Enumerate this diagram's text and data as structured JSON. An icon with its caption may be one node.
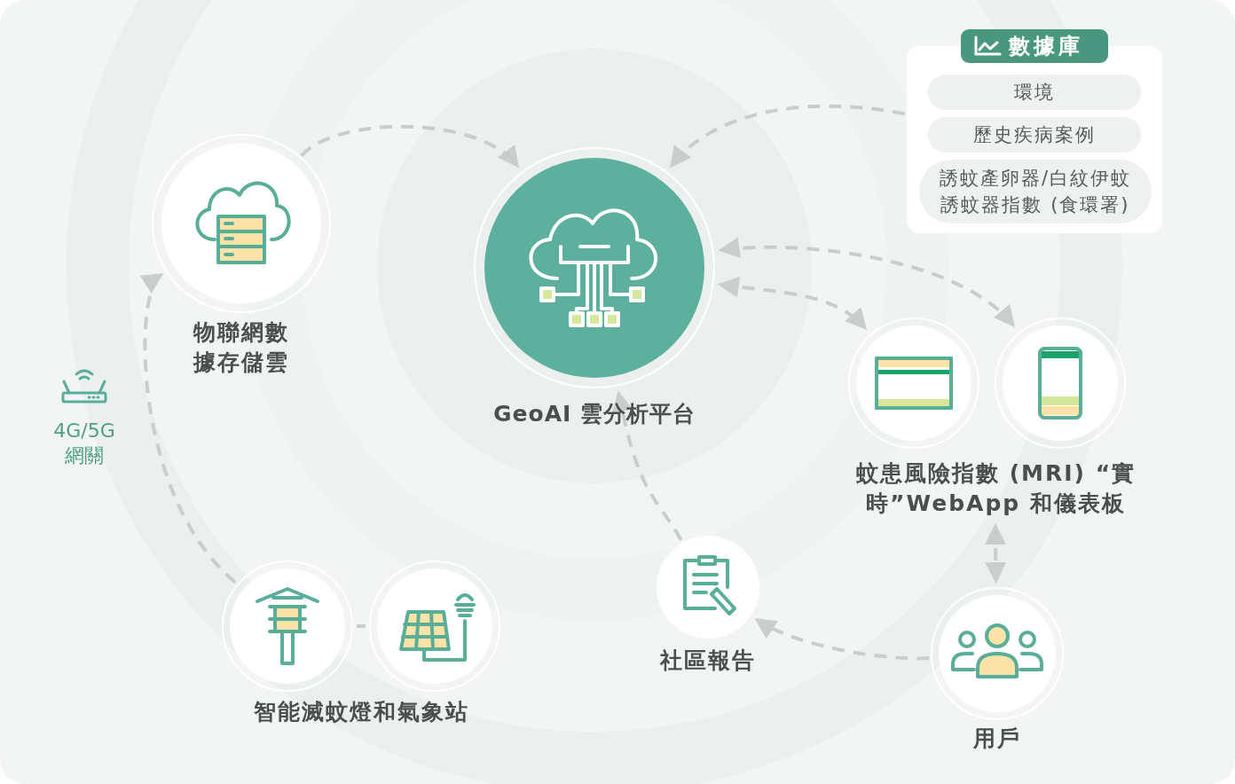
{
  "diagram": {
    "nodes": [
      {
        "text": [
          "數據庫"
        ]
      },
      {
        "text": [
          "環境"
        ],
        "in": 0
      },
      {
        "text": [
          "歷史疾病案例"
        ],
        "in": 0
      },
      {
        "text": [
          "誘蚊產卵器/白紋伊蚊誘蚊器指數 (食環署)"
        ],
        "in": 0
      },
      {
        "text": [
          "物聯網數據存儲雲"
        ]
      },
      {
        "text": [
          "GeoAI 雲分析平台"
        ]
      },
      {
        "text": [
          "蚊患風險指數 (MRI) “實時”WebApp 和儀表板"
        ]
      },
      {
        "text": [],
        "shape": "picture",
        "in": 6
      },
      {
        "text": [],
        "shape": "picture",
        "in": 6
      },
      {
        "text": [
          "智能滅蚊燈和氣象站"
        ]
      },
      {
        "text": [],
        "shape": "picture",
        "in": 9
      },
      {
        "text": [],
        "shape": "picture",
        "in": 9
      },
      {
        "text": [
          "社區報告"
        ]
      },
      {
        "text": [
          "用戶"
        ]
      }
    ],
    "edges": [
      {
        "from": 10,
        "to": 4,
        "arrow": "to"
      },
      {
        "from": 4,
        "to": 5,
        "arrow": "to"
      },
      {
        "from": 0,
        "to": 5,
        "arrow": "to"
      },
      {
        "from": 5,
        "to": 7,
        "arrow": "both"
      },
      {
        "from": 5,
        "to": 8,
        "arrow": "both"
      },
      {
        "from": 6,
        "to": 13,
        "arrow": "both"
      },
      {
        "from": 13,
        "to": 12,
        "arrow": "to"
      },
      {
        "from": 12,
        "to": 5,
        "arrow": "to"
      },
      {
        "from": 10,
        "to": 11,
        "arrow": "none"
      }
    ],
    "labels": [
      "4G/5G網關"
    ]
  }
}
